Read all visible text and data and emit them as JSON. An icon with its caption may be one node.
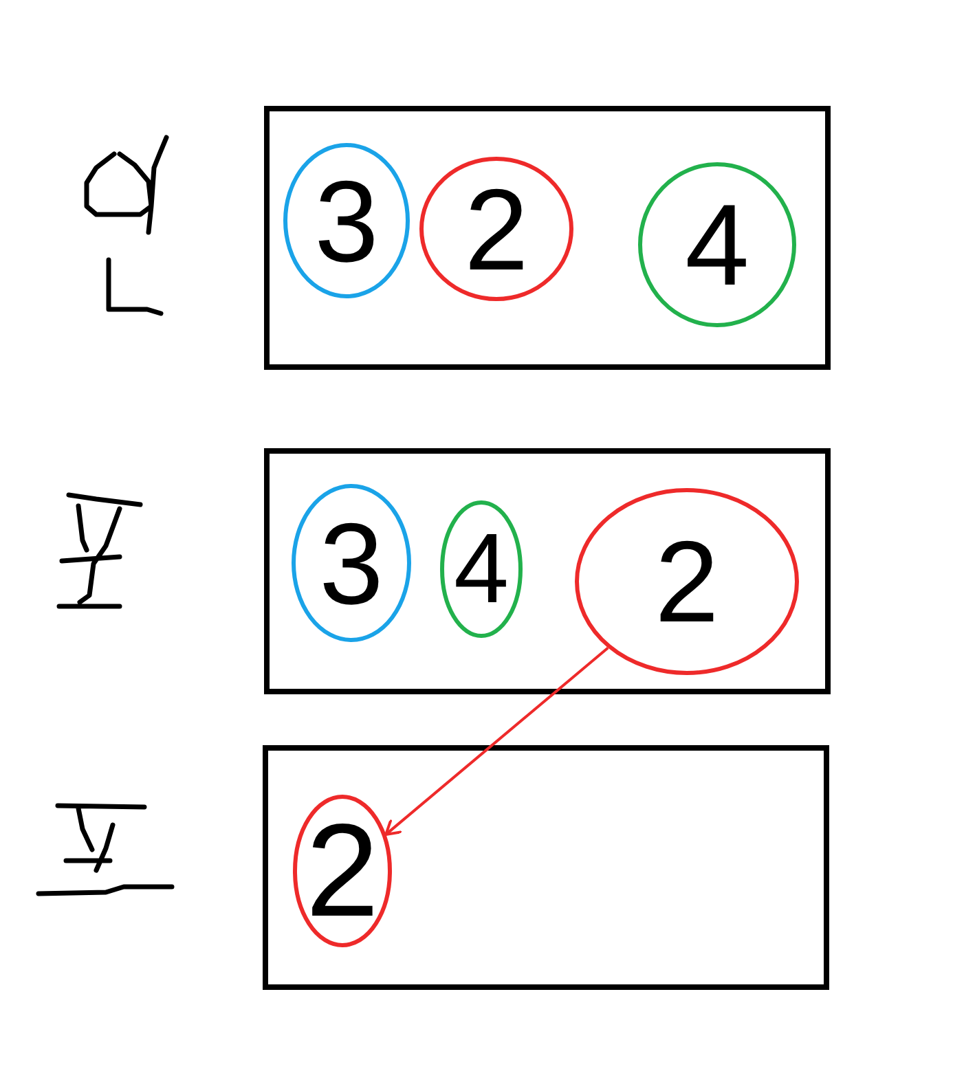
{
  "diagram": {
    "nodes": [
      {
        "text": [],
        "shape": "box"
      },
      {
        "text": [
          "3"
        ],
        "in": 0
      },
      {
        "text": [
          "2"
        ],
        "in": 0
      },
      {
        "text": [
          "4"
        ],
        "in": 0
      },
      {
        "text": [],
        "shape": "box"
      },
      {
        "text": [
          "3"
        ],
        "in": 4
      },
      {
        "text": [
          "4"
        ],
        "in": 4
      },
      {
        "text": [
          "2"
        ],
        "in": 4
      },
      {
        "text": [],
        "shape": "box"
      },
      {
        "text": [
          "2"
        ],
        "in": 8
      }
    ],
    "edges": [
      {
        "from": 7,
        "to": 9,
        "arrow": "to",
        "color": "#ee2a2a"
      }
    ]
  }
}
